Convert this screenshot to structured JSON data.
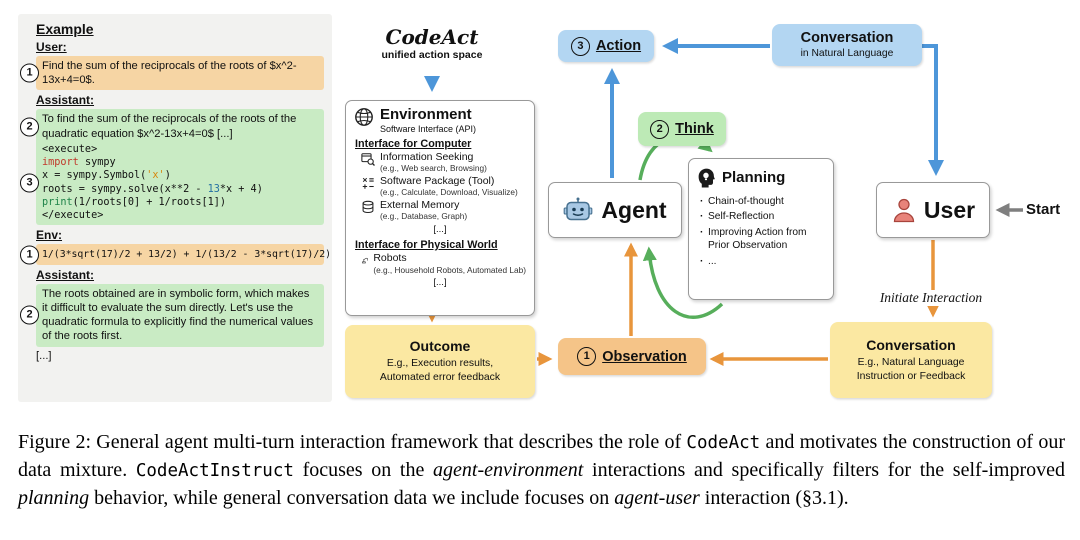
{
  "palette": {
    "blue_fill": "#B3D6F2",
    "blue_arrow": "#4D96D9",
    "green_fill": "#BDEAB6",
    "green_arrow": "#57AE5B",
    "yellow_fill": "#FBE8A2",
    "orange_fill": "#F5C488",
    "orange_arrow": "#E8953C",
    "highlight_orange": "#F6D5A4",
    "highlight_green": "#C9EBC4",
    "panel_bg": "#F2F2F0",
    "gray_arrow": "#7F7F7F",
    "agent_icon_blue": "#A8C8E4",
    "user_icon_red": "#E8837A"
  },
  "example": {
    "title": "Example",
    "user_label": "User:",
    "assistant_label": "Assistant:",
    "env_label": "Env:",
    "marker_observation": "1",
    "marker_think": "2",
    "marker_action": "3",
    "user_msg": "Find the sum of the reciprocals of the roots of $x^2-13x+4=0$.",
    "assistant_msg1": "To find the sum of the reciprocals of the roots of the quadratic equation $x^2-13x+4=0$ [...]",
    "code_open": "<execute>",
    "code_close": "</execute>",
    "code": {
      "l1_kw": "import",
      "l1_rest": " sympy",
      "l2_a": "x = sympy.Symbol(",
      "l2_str": "'x'",
      "l2_b": ")",
      "l3_a": "roots = sympy.solve(x**2 - ",
      "l3_num": "13",
      "l3_b": "*x + 4)",
      "l4_fn": "print",
      "l4_rest": "(1/roots[0] + 1/roots[1])"
    },
    "env_output": "1/(3*sqrt(17)/2 + 13/2) + 1/(13/2 - 3*sqrt(17)/2)",
    "assistant_msg2": "The roots obtained are in symbolic form, which makes it difficult to evaluate the sum directly. Let's use the quadratic formula to explicitly find the numerical values of the roots first.",
    "ellipsis": "[...]"
  },
  "diagram": {
    "codeact": {
      "title": "CodeAct",
      "subtitle": "unified action space"
    },
    "action": {
      "num": "3",
      "label": "Action"
    },
    "conversation_top": {
      "title": "Conversation",
      "subtitle": "in Natural Language"
    },
    "environment": {
      "title": "Environment",
      "subtitle": "Software Interface (API)",
      "section1": "Interface for Computer",
      "items": [
        {
          "name": "Information Seeking",
          "detail": "(e.g., Web search, Browsing)"
        },
        {
          "name": "Software Package (Tool)",
          "detail": "(e.g., Calculate, Download, Visualize)"
        },
        {
          "name": "External Memory",
          "detail": "(e.g., Database, Graph)"
        }
      ],
      "ellipsis1": "[...]",
      "section2": "Interface for Physical World",
      "robot_item": {
        "name": "Robots",
        "detail": "(e.g., Household Robots, Automated Lab)"
      },
      "ellipsis2": "[...]"
    },
    "agent": {
      "label": "Agent"
    },
    "think": {
      "num": "2",
      "label": "Think"
    },
    "planning": {
      "title": "Planning",
      "bullets": [
        "Chain-of-thought",
        "Self-Reflection",
        "Improving Action from Prior Observation",
        "..."
      ]
    },
    "user": {
      "label": "User"
    },
    "start_label": "Start",
    "initiate_label": "Initiate Interaction",
    "outcome": {
      "title": "Outcome",
      "line1": "E.g., Execution results,",
      "line2": "Automated error feedback"
    },
    "observation": {
      "num": "1",
      "label": "Observation"
    },
    "conversation_bottom": {
      "title": "Conversation",
      "line1": "E.g., Natural Language",
      "line2": "Instruction or Feedback"
    }
  },
  "caption": {
    "segments": [
      {
        "text": "Figure 2: General agent multi-turn interaction framework that describes the role of ",
        "style": "plain"
      },
      {
        "text": "CodeAct",
        "style": "mono"
      },
      {
        "text": " and motivates the construction of our data mixture. ",
        "style": "plain"
      },
      {
        "text": "CodeActInstruct",
        "style": "mono"
      },
      {
        "text": " focuses on the ",
        "style": "plain"
      },
      {
        "text": "agent-environment",
        "style": "italic"
      },
      {
        "text": " interactions and specifically filters for the self-improved ",
        "style": "plain"
      },
      {
        "text": "planning",
        "style": "italic"
      },
      {
        "text": " behavior, while general conversation data we include focuses on ",
        "style": "plain"
      },
      {
        "text": "agent-user",
        "style": "italic"
      },
      {
        "text": " interaction (§3.1).",
        "style": "plain"
      }
    ]
  }
}
